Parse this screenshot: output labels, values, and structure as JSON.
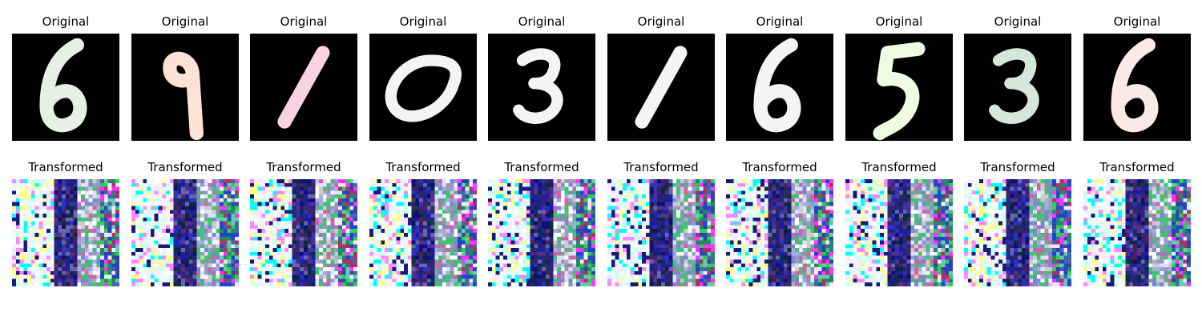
{
  "figure": {
    "rows": [
      {
        "name": "original",
        "panels": [
          {
            "title": "Original",
            "digit": "6",
            "ink": "#e6f0e4"
          },
          {
            "title": "Original",
            "digit": "9",
            "ink": "#fde3d6"
          },
          {
            "title": "Original",
            "digit": "1",
            "ink": "#f9d3e3"
          },
          {
            "title": "Original",
            "digit": "0",
            "ink": "#f4f4f4"
          },
          {
            "title": "Original",
            "digit": "3",
            "ink": "#f4f4f4"
          },
          {
            "title": "Original",
            "digit": "1",
            "ink": "#f4f4f4"
          },
          {
            "title": "Original",
            "digit": "6",
            "ink": "#f4f4f4"
          },
          {
            "title": "Original",
            "digit": "5",
            "ink": "#eefde2"
          },
          {
            "title": "Original",
            "digit": "3",
            "ink": "#d5e6dc"
          },
          {
            "title": "Original",
            "digit": "6",
            "ink": "#fbe9e8"
          }
        ]
      },
      {
        "name": "transformed",
        "panels": [
          {
            "title": "Transformed"
          },
          {
            "title": "Transformed"
          },
          {
            "title": "Transformed"
          },
          {
            "title": "Transformed"
          },
          {
            "title": "Transformed"
          },
          {
            "title": "Transformed"
          },
          {
            "title": "Transformed"
          },
          {
            "title": "Transformed"
          },
          {
            "title": "Transformed"
          },
          {
            "title": "Transformed"
          }
        ]
      }
    ],
    "colors": {
      "background": "#000000",
      "noise_palette": [
        "#ffffff",
        "#00ffff",
        "#ff00ff",
        "#ffff00",
        "#1a1a8c",
        "#2233cc",
        "#33cc55",
        "#aa3366",
        "#cccccc",
        "#7799aa",
        "#e0fff0",
        "#ffe0ff"
      ]
    }
  }
}
